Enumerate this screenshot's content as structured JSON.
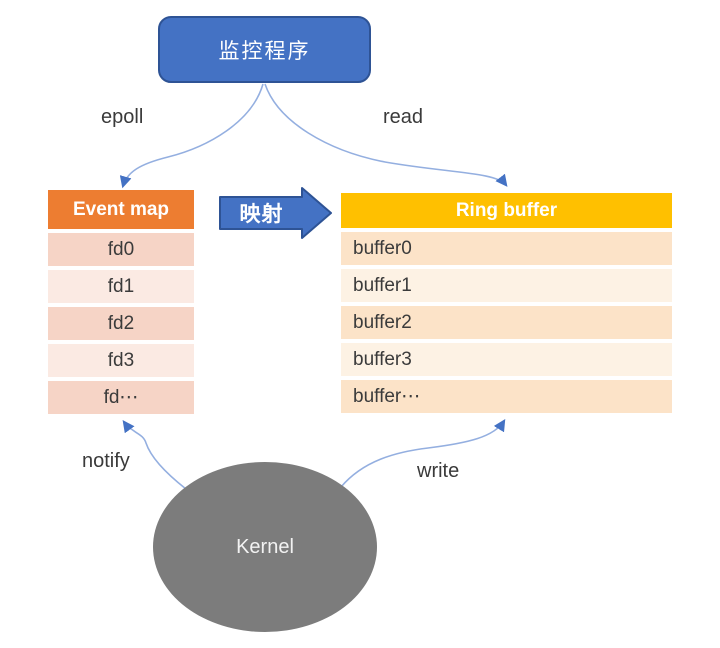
{
  "monitor": {
    "label": "监控程序"
  },
  "labels": {
    "epoll": "epoll",
    "read": "read",
    "notify": "notify",
    "write": "write",
    "mapping": "映射"
  },
  "event_map": {
    "header": "Event map",
    "rows": [
      "fd0",
      "fd1",
      "fd2",
      "fd3",
      "fd⋯"
    ]
  },
  "ring_buffer": {
    "header": "Ring buffer",
    "rows": [
      "buffer0",
      "buffer1",
      "buffer2",
      "buffer3",
      "buffer⋯"
    ]
  },
  "kernel": {
    "label": "Kernel"
  },
  "colors": {
    "monitor-blue": "#4472C4",
    "monitor-border": "#2E5395",
    "connector-blue": "#94AFE0",
    "arrowhead-blue": "#4472C4",
    "event-header": "#ED7D31",
    "event-row-dark": "#F6D4C6",
    "event-row-light": "#FBEAE3",
    "ring-header": "#FFC000",
    "ring-row-dark": "#FCE3C8",
    "ring-row-light": "#FDF2E4",
    "kernel-gray": "#7C7C7C"
  }
}
